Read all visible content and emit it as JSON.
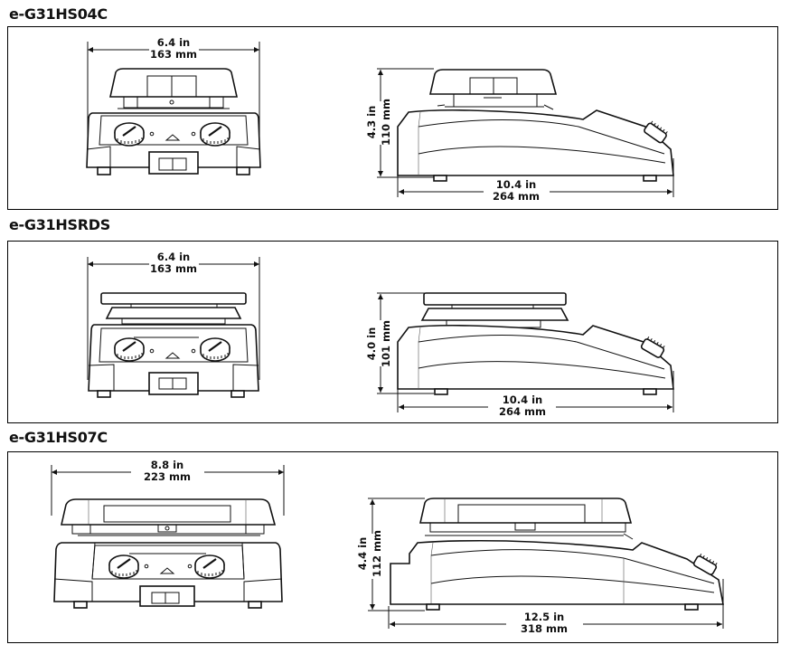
{
  "sections": [
    {
      "model": "e-G31HS04C",
      "front_view": {
        "width_in": "6.4 in",
        "width_mm": "163 mm"
      },
      "side_view": {
        "height_in": "4.3 in",
        "height_mm": "110 mm",
        "depth_in": "10.4 in",
        "depth_mm": "264 mm"
      }
    },
    {
      "model": "e-G31HSRDS",
      "front_view": {
        "width_in": "6.4 in",
        "width_mm": "163 mm"
      },
      "side_view": {
        "height_in": "4.0 in",
        "height_mm": "101 mm",
        "depth_in": "10.4 in",
        "depth_mm": "264 mm"
      }
    },
    {
      "model": "e-G31HS07C",
      "front_view": {
        "width_in": "8.8 in",
        "width_mm": "223 mm"
      },
      "side_view": {
        "height_in": "4.4 in",
        "height_mm": "112 mm",
        "depth_in": "12.5 in",
        "depth_mm": "318 mm"
      }
    }
  ]
}
